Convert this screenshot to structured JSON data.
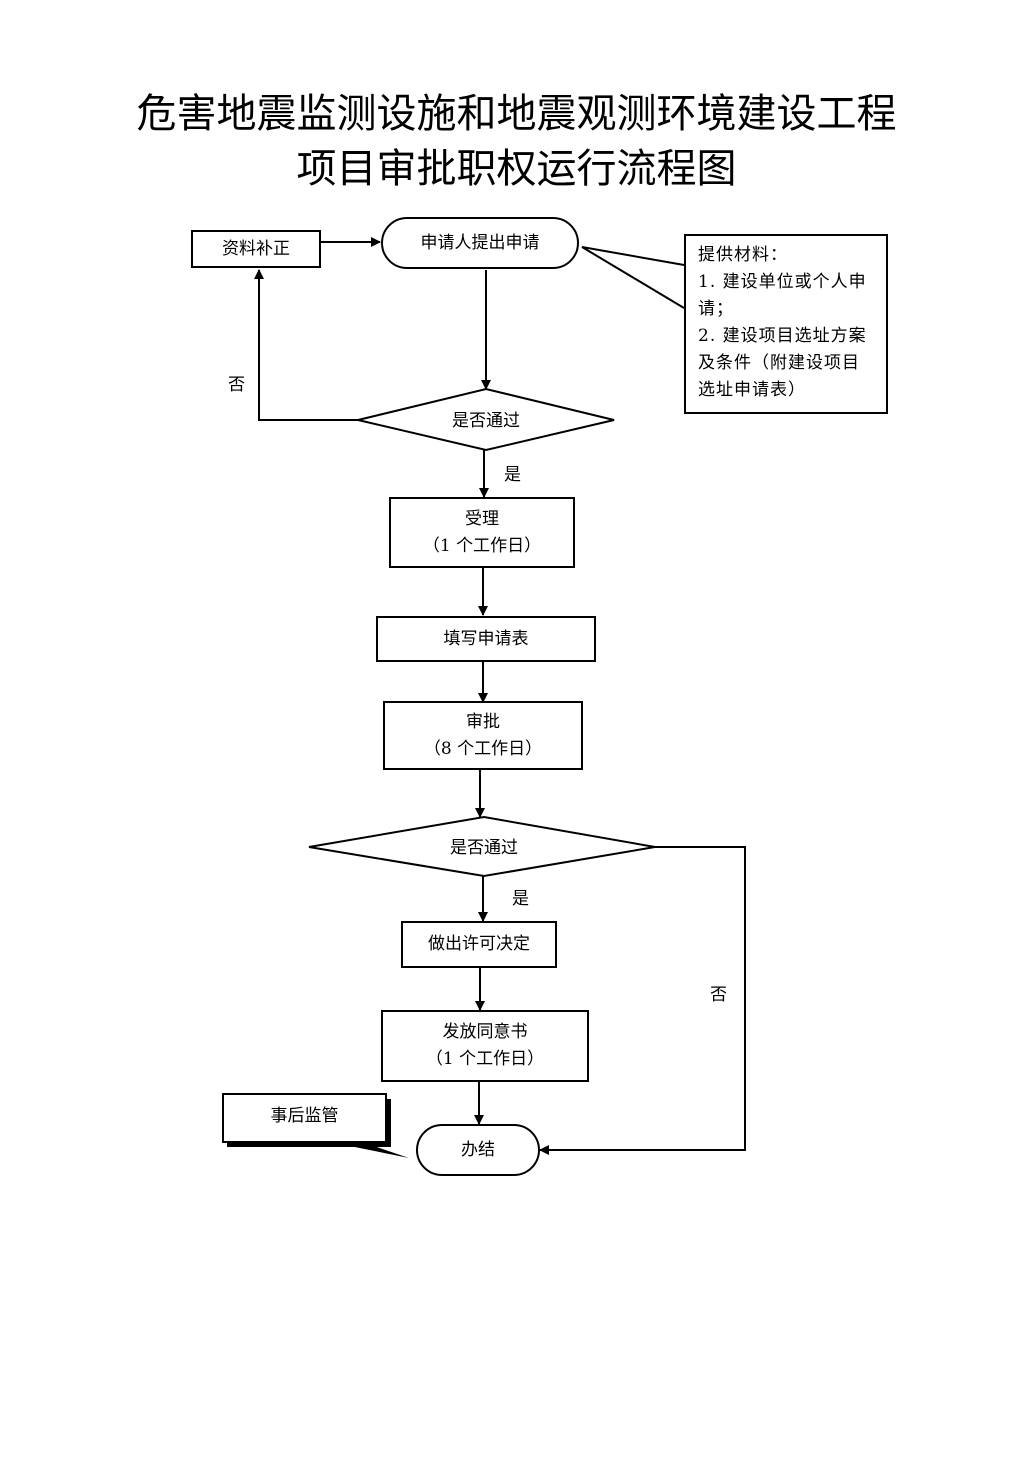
{
  "title": {
    "line1": "危害地震监测设施和地震观测环境建设工程",
    "line2": "项目审批职权运行流程图"
  },
  "nodes": {
    "correction": "资料补正",
    "apply": "申请人提出申请",
    "decision1": "是否通过",
    "accept": "受理",
    "accept_time": "（1 个工作日）",
    "fill_form": "填写申请表",
    "approve": "审批",
    "approve_time": "（8 个工作日）",
    "decision2": "是否通过",
    "license": "做出许可决定",
    "issue": "发放同意书",
    "issue_time": "（1 个工作日）",
    "supervision": "事后监管",
    "finish": "办结"
  },
  "labels": {
    "no1": "否",
    "yes1": "是",
    "yes2": "是",
    "no2": "否"
  },
  "materials": {
    "heading": "提供材料：",
    "item1": "1. 建设单位或个人申请；",
    "item2": "2. 建设项目选址方案及条件（附建设项目选址申请表）"
  }
}
